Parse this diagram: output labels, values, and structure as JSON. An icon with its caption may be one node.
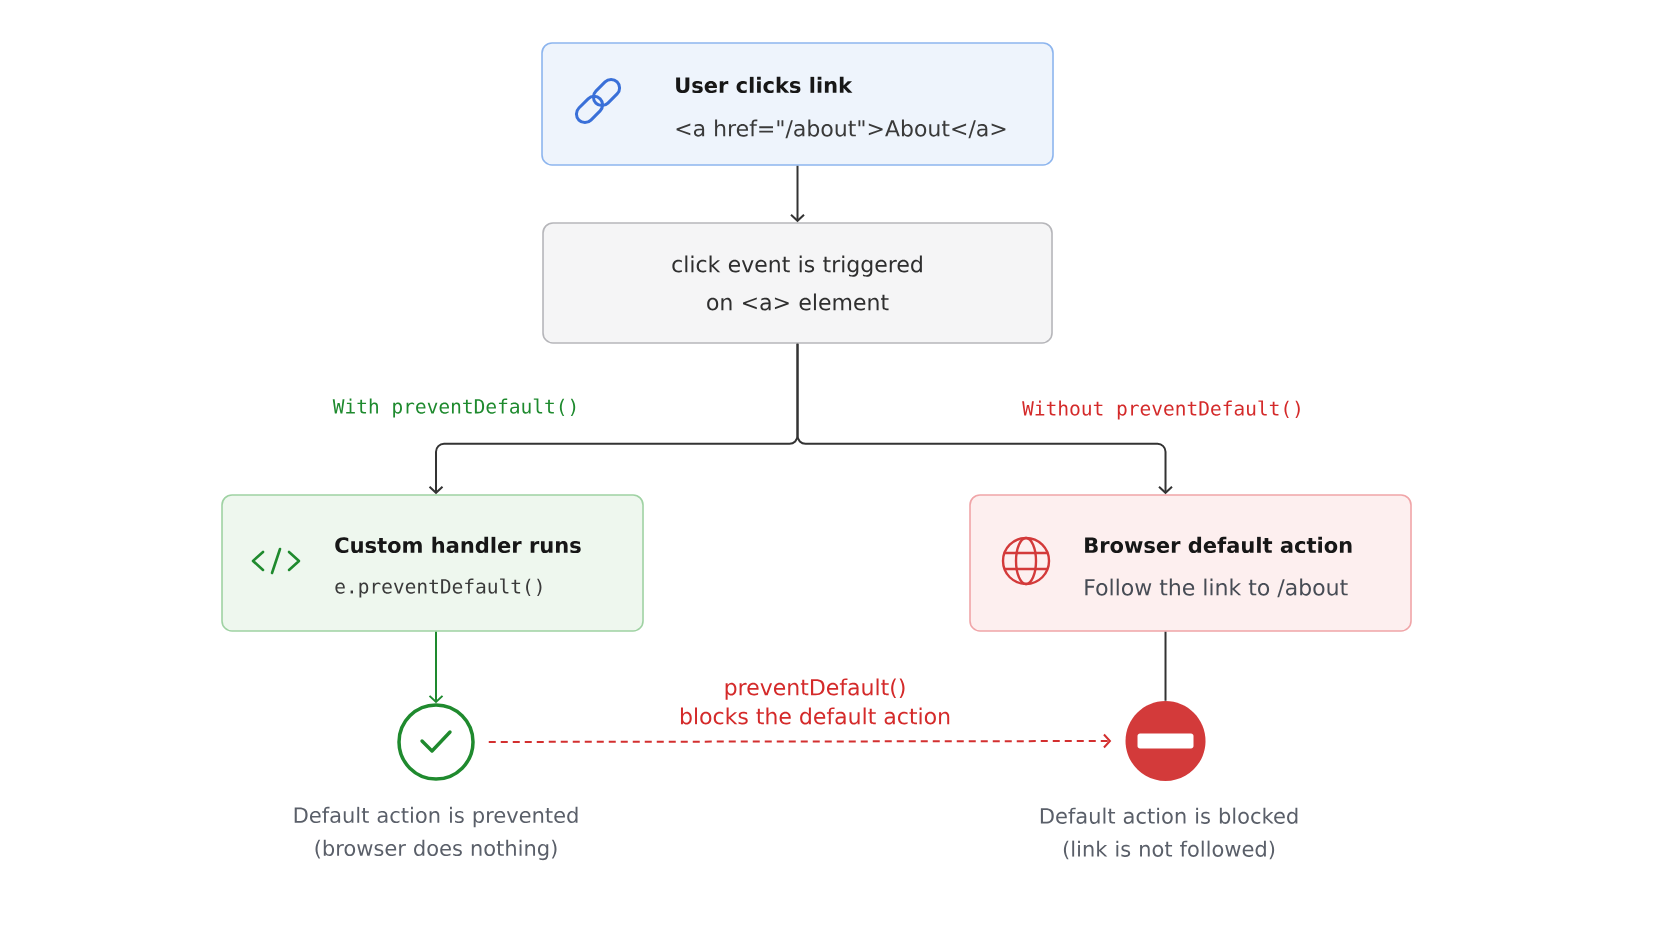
{
  "diagram": {
    "nodes": [
      {
        "text": [
          "User clicks link",
          "<a href=\"/about\">About</a>"
        ]
      },
      {
        "text": [
          "click event is triggered on <a> element"
        ]
      },
      {
        "text": [
          "Custom handler runs",
          "e.preventDefault()"
        ]
      },
      {
        "text": [
          "Browser default action",
          "Follow the link to /about"
        ]
      },
      {
        "text": [],
        "shape": "circle",
        "beside": [
          "Default action is prevented (browser does nothing)"
        ]
      },
      {
        "text": [],
        "shape": "circle",
        "beside": [
          "Default action is blocked (link is not followed)"
        ]
      }
    ],
    "edges": [
      {
        "from": 0,
        "to": 1,
        "arrow": "to"
      },
      {
        "from": 1,
        "to": 2,
        "arrow": "to",
        "label": "With preventDefault()"
      },
      {
        "from": 1,
        "to": 3,
        "arrow": "to",
        "label": "Without preventDefault()"
      },
      {
        "from": 2,
        "to": 4,
        "arrow": "to",
        "color": "#1e8a2e"
      },
      {
        "from": 3,
        "to": 5,
        "arrow": "none"
      },
      {
        "from": 4,
        "to": 5,
        "arrow": "to",
        "label": "preventDefault() blocks the default action",
        "style": "dashed",
        "color": "#d32f2f"
      }
    ]
  }
}
